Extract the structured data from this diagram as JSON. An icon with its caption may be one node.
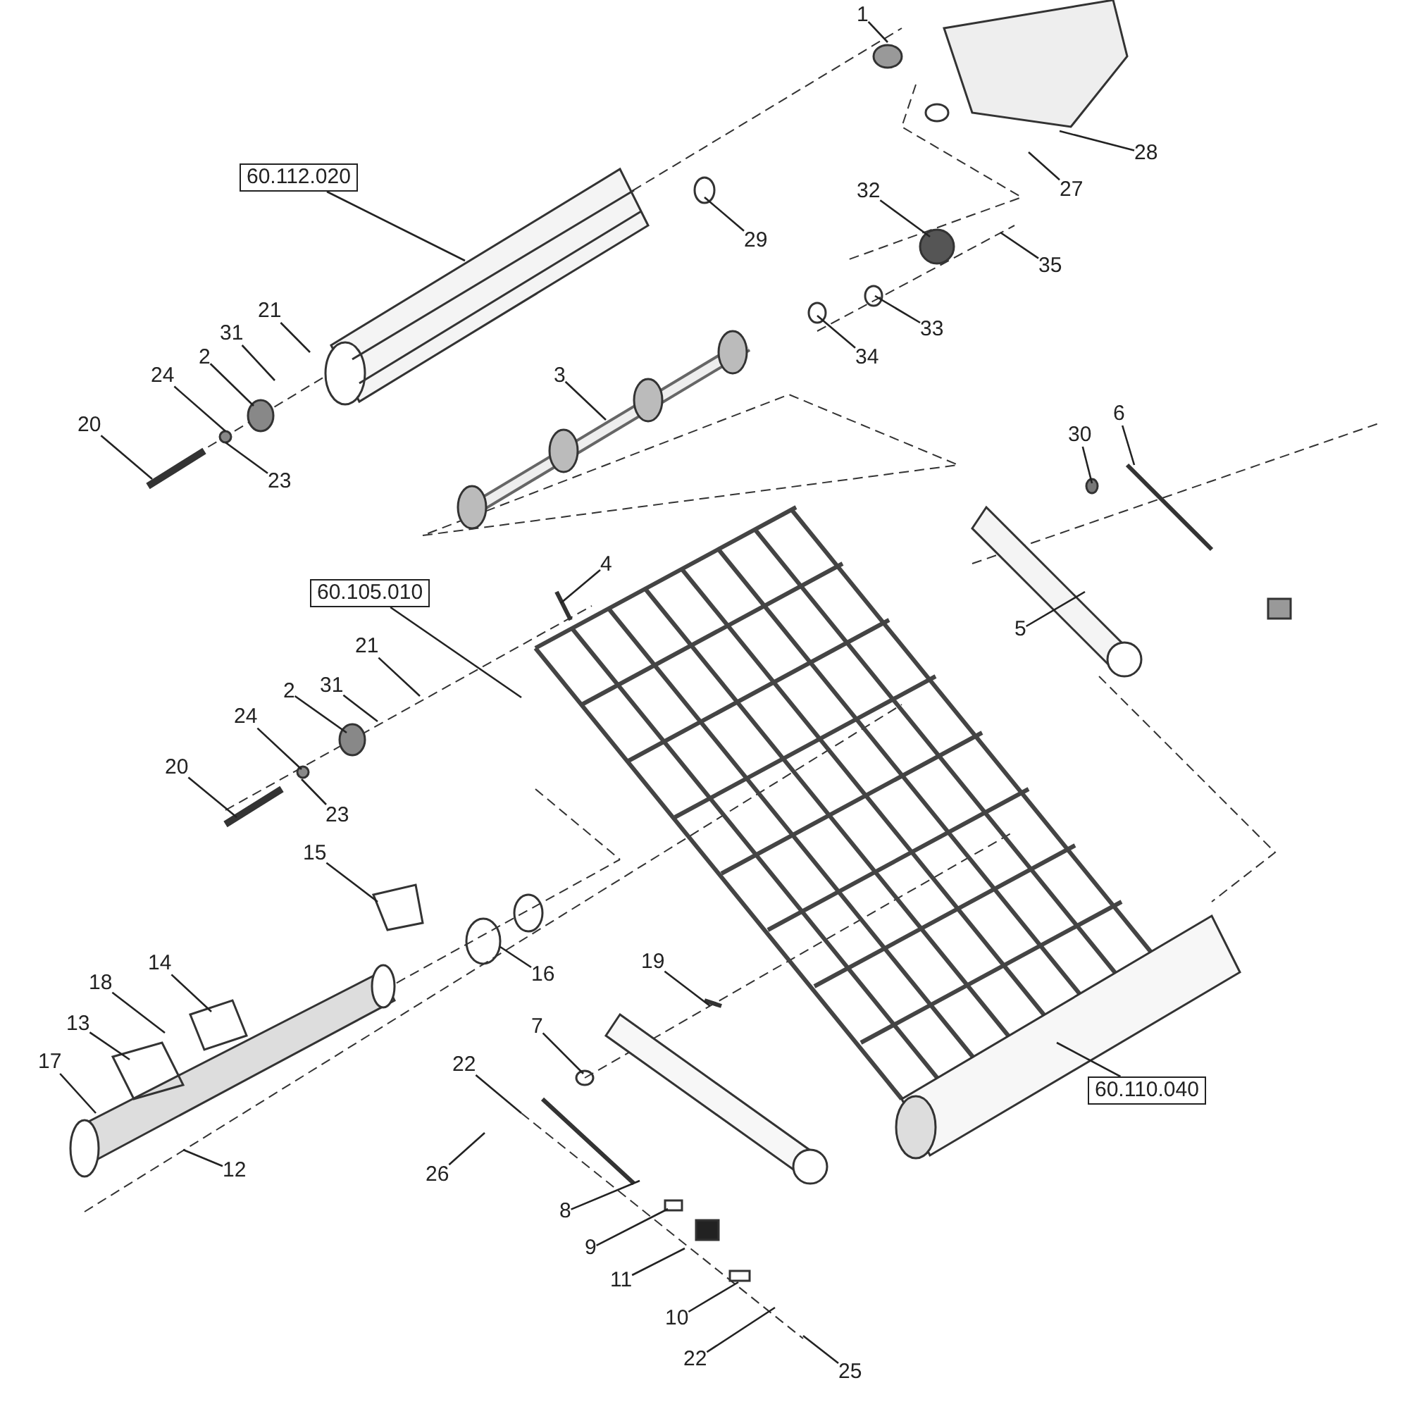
{
  "diagram": {
    "nodes": [
      {
        "text": [
          "1"
        ]
      },
      {
        "text": [
          "28"
        ]
      },
      {
        "text": [
          "27"
        ]
      },
      {
        "text": [
          "60.112.020"
        ]
      },
      {
        "text": [
          "29"
        ]
      },
      {
        "text": [
          "32"
        ]
      },
      {
        "text": [
          "35"
        ]
      },
      {
        "text": [
          "33"
        ]
      },
      {
        "text": [
          "34"
        ]
      },
      {
        "text": [
          "21"
        ]
      },
      {
        "text": [
          "31"
        ]
      },
      {
        "text": [
          "2"
        ]
      },
      {
        "text": [
          "24"
        ]
      },
      {
        "text": [
          "20"
        ]
      },
      {
        "text": [
          "23"
        ]
      },
      {
        "text": [
          "3"
        ]
      },
      {
        "text": [
          "6"
        ]
      },
      {
        "text": [
          "30"
        ]
      },
      {
        "text": [
          "4"
        ]
      },
      {
        "text": [
          "60.105.010"
        ]
      },
      {
        "text": [
          "5"
        ]
      },
      {
        "text": [
          "21"
        ]
      },
      {
        "text": [
          "31"
        ]
      },
      {
        "text": [
          "2"
        ]
      },
      {
        "text": [
          "24"
        ]
      },
      {
        "text": [
          "20"
        ]
      },
      {
        "text": [
          "23"
        ]
      },
      {
        "text": [
          "15"
        ]
      },
      {
        "text": [
          "16"
        ]
      },
      {
        "text": [
          "19"
        ]
      },
      {
        "text": [
          "18"
        ]
      },
      {
        "text": [
          "14"
        ]
      },
      {
        "text": [
          "13"
        ]
      },
      {
        "text": [
          "17"
        ]
      },
      {
        "text": [
          "7"
        ]
      },
      {
        "text": [
          "22"
        ]
      },
      {
        "text": [
          "26"
        ]
      },
      {
        "text": [
          "12"
        ]
      },
      {
        "text": [
          "60.110.040"
        ]
      },
      {
        "text": [
          "8"
        ]
      },
      {
        "text": [
          "9"
        ]
      },
      {
        "text": [
          "11"
        ]
      },
      {
        "text": [
          "10"
        ]
      },
      {
        "text": [
          "22"
        ]
      },
      {
        "text": [
          "25"
        ]
      }
    ],
    "edges": [
      {
        "from": 0,
        "to": null,
        "arrow": "none"
      },
      {
        "from": 1,
        "to": null,
        "arrow": "none"
      },
      {
        "from": 2,
        "to": null,
        "arrow": "none"
      },
      {
        "from": 3,
        "to": null,
        "arrow": "none"
      },
      {
        "from": 4,
        "to": null,
        "arrow": "none"
      },
      {
        "from": 5,
        "to": null,
        "arrow": "none"
      },
      {
        "from": 6,
        "to": null,
        "arrow": "none"
      },
      {
        "from": 7,
        "to": null,
        "arrow": "none"
      },
      {
        "from": 8,
        "to": null,
        "arrow": "none"
      },
      {
        "from": 9,
        "to": null,
        "arrow": "none"
      },
      {
        "from": 10,
        "to": null,
        "arrow": "none"
      },
      {
        "from": 11,
        "to": null,
        "arrow": "none"
      },
      {
        "from": 12,
        "to": null,
        "arrow": "none"
      },
      {
        "from": 13,
        "to": null,
        "arrow": "none"
      },
      {
        "from": 14,
        "to": null,
        "arrow": "none"
      },
      {
        "from": 15,
        "to": null,
        "arrow": "none"
      },
      {
        "from": 16,
        "to": null,
        "arrow": "none"
      },
      {
        "from": 17,
        "to": null,
        "arrow": "none"
      },
      {
        "from": 18,
        "to": null,
        "arrow": "none"
      },
      {
        "from": 19,
        "to": null,
        "arrow": "none"
      },
      {
        "from": 20,
        "to": null,
        "arrow": "none"
      },
      {
        "from": 21,
        "to": null,
        "arrow": "none"
      },
      {
        "from": 22,
        "to": null,
        "arrow": "none"
      },
      {
        "from": 23,
        "to": null,
        "arrow": "none"
      },
      {
        "from": 24,
        "to": null,
        "arrow": "none"
      },
      {
        "from": 25,
        "to": null,
        "arrow": "none"
      },
      {
        "from": 26,
        "to": null,
        "arrow": "none"
      },
      {
        "from": 27,
        "to": null,
        "arrow": "none"
      },
      {
        "from": 28,
        "to": null,
        "arrow": "none"
      },
      {
        "from": 29,
        "to": null,
        "arrow": "none"
      },
      {
        "from": 30,
        "to": null,
        "arrow": "none"
      },
      {
        "from": 31,
        "to": null,
        "arrow": "none"
      },
      {
        "from": 32,
        "to": null,
        "arrow": "none"
      },
      {
        "from": 33,
        "to": null,
        "arrow": "none"
      },
      {
        "from": 34,
        "to": null,
        "arrow": "none"
      },
      {
        "from": 35,
        "to": null,
        "arrow": "none"
      },
      {
        "from": 36,
        "to": null,
        "arrow": "none"
      },
      {
        "from": 37,
        "to": null,
        "arrow": "none"
      },
      {
        "from": 38,
        "to": null,
        "arrow": "none"
      },
      {
        "from": 39,
        "to": null,
        "arrow": "none"
      },
      {
        "from": 40,
        "to": null,
        "arrow": "none"
      },
      {
        "from": 41,
        "to": null,
        "arrow": "none"
      },
      {
        "from": 42,
        "to": null,
        "arrow": "none"
      },
      {
        "from": 43,
        "to": null,
        "arrow": "none"
      },
      {
        "from": 44,
        "to": null,
        "arrow": "none"
      }
    ]
  }
}
